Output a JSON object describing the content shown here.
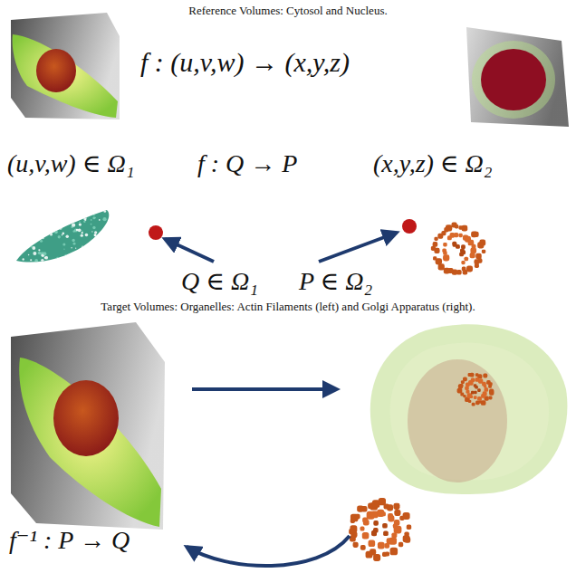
{
  "diagram": {
    "title": "Reference Volumes: Cytosol and Nucleus.",
    "labels": [
      "f : (u,v,w) → (x,y,z)",
      "(u,v,w) ∈ Ω₁",
      "f : Q → P",
      "(x,y,z) ∈ Ω₂",
      "Q ∈ Ω₁",
      "P ∈ Ω₂",
      "Target Volumes: Organelles: Actin Filaments (left) and Golgi Apparatus (right).",
      "f⁻¹ : P → Q"
    ]
  }
}
